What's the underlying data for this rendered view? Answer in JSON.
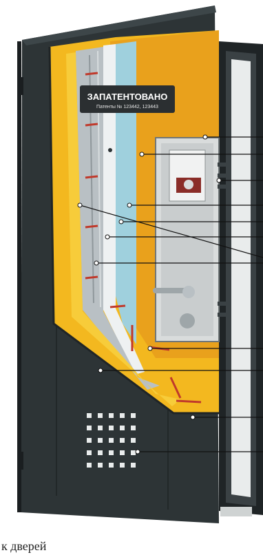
{
  "badge": {
    "title": "ЗАПАТЕНТОВАНО",
    "subtitle": "Патенты № 123442, 123443"
  },
  "caption": "к дверей",
  "colors": {
    "door_dark": "#2d3436",
    "frame_dark": "#1f2426",
    "insulation_yellow": "#f3b81f",
    "insulation_orange": "#e9a11c",
    "foam_light_blue": "#9fd0dd",
    "steel_grey": "#b9c0c4",
    "rebar_red": "#c0392b",
    "lock_plate": "#d9dcdc",
    "badge_bg": "#2b2f31"
  },
  "callouts": [
    {
      "name": "lock-plate"
    },
    {
      "name": "orange-panel"
    },
    {
      "name": "lock-bolts"
    },
    {
      "name": "steel-sheet-inner"
    },
    {
      "name": "foam-layer"
    },
    {
      "name": "yellow-layer-inner"
    },
    {
      "name": "yellow-layer-outer"
    },
    {
      "name": "steel-profile"
    },
    {
      "name": "rebar-lower"
    },
    {
      "name": "insulation-lower"
    },
    {
      "name": "door-leaf"
    },
    {
      "name": "vent-grid"
    }
  ]
}
